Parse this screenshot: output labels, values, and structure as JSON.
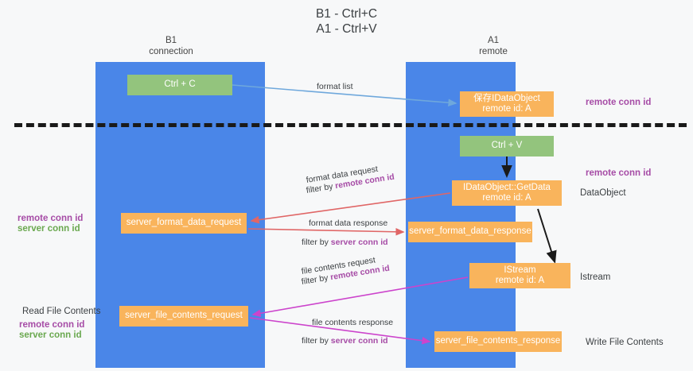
{
  "title": {
    "line1": "B1 - Ctrl+C",
    "line2": "A1 - Ctrl+V"
  },
  "lanes": [
    {
      "id": "b1",
      "name": "B1",
      "role": "connection",
      "color": "#4a86e8"
    },
    {
      "id": "a1",
      "name": "A1",
      "role": "remote",
      "color": "#4a86e8"
    }
  ],
  "boxes": {
    "ctrl_c": {
      "label": "Ctrl + C",
      "color": "#93c47d"
    },
    "save_idataobject": {
      "line1": "保存IDataObject",
      "line2": "remote id: A",
      "color": "#f9b45c"
    },
    "ctrl_v": {
      "label": "Ctrl + V",
      "color": "#93c47d"
    },
    "getdata": {
      "line1": "IDataObject::GetData",
      "line2": "remote id: A",
      "color": "#f9b45c"
    },
    "server_format_data_request": {
      "label": "server_format_data_request",
      "color": "#f9b45c"
    },
    "server_format_data_response": {
      "label": "server_format_data_response",
      "color": "#f9b45c"
    },
    "istream": {
      "line1": "IStream",
      "line2": "remote id: A",
      "color": "#f9b45c"
    },
    "server_file_contents_request": {
      "label": "server_file_contents_request",
      "color": "#f9b45c"
    },
    "server_file_contents_response": {
      "label": "server_file_contents_response",
      "color": "#f9b45c"
    }
  },
  "edge_labels": {
    "format_list": "format list",
    "format_data_request": "format data request",
    "format_data_request_filter_prefix": "filter by ",
    "format_data_request_filter_key": "remote conn id",
    "format_data_response": "format data response",
    "format_data_response_filter_prefix": "filter by ",
    "format_data_response_filter_key": "server conn id",
    "file_contents_request": "file contents request",
    "file_contents_request_filter_prefix": "filter by ",
    "file_contents_request_filter_key": "remote conn id",
    "file_contents_response": "file contents response",
    "file_contents_response_filter_prefix": "filter by ",
    "file_contents_response_filter_key": "server conn id"
  },
  "annotations": {
    "right": {
      "remote_conn_id_top": "remote conn id",
      "remote_conn_id_mid": "remote conn id",
      "dataobject": "DataObject",
      "istream": "Istream",
      "write_file_contents": "Write File Contents"
    },
    "left": {
      "remote_conn_id_mid": "remote conn id",
      "server_conn_id_mid": "server conn id",
      "read_file_contents": "Read File Contents",
      "remote_conn_id_bottom": "remote conn id",
      "server_conn_id_bottom": "server conn id"
    }
  },
  "colors": {
    "lane": "#4a86e8",
    "green_box": "#93c47d",
    "orange_box": "#f9b45c",
    "purple_key": "#a64ca6",
    "green_key": "#6aa84f",
    "arrow_blue": "#6fa8dc",
    "arrow_red": "#e06666",
    "arrow_magenta": "#cc44cc",
    "arrow_black": "#1a1a1a",
    "background": "#f7f8f9"
  }
}
